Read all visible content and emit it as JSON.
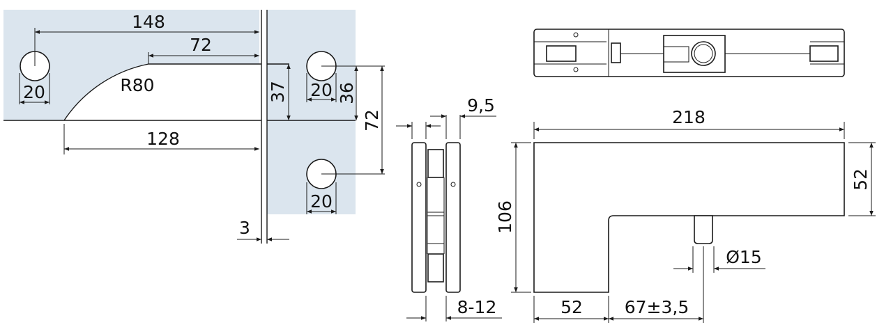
{
  "colors": {
    "glass": "#dbe5ee",
    "line": "#1a1a1a"
  },
  "glass_cutout": {
    "dim_148": "148",
    "dim_72_top": "72",
    "radius": "R80",
    "dim_128": "128",
    "hole_left": "20",
    "dim_37": "37",
    "hole_right_top": "20",
    "dim_36": "36",
    "dim_72_vertical": "72",
    "hole_right_bottom": "20",
    "gap": "3"
  },
  "side_view": {
    "dim_9_5": "9,5",
    "dim_8_12": "8-12"
  },
  "front_view": {
    "dim_218": "218",
    "dim_52_right": "52",
    "dim_106": "106",
    "dim_diameter": "Ø15",
    "dim_52_bottom": "52",
    "dim_67": "67±3,5"
  }
}
